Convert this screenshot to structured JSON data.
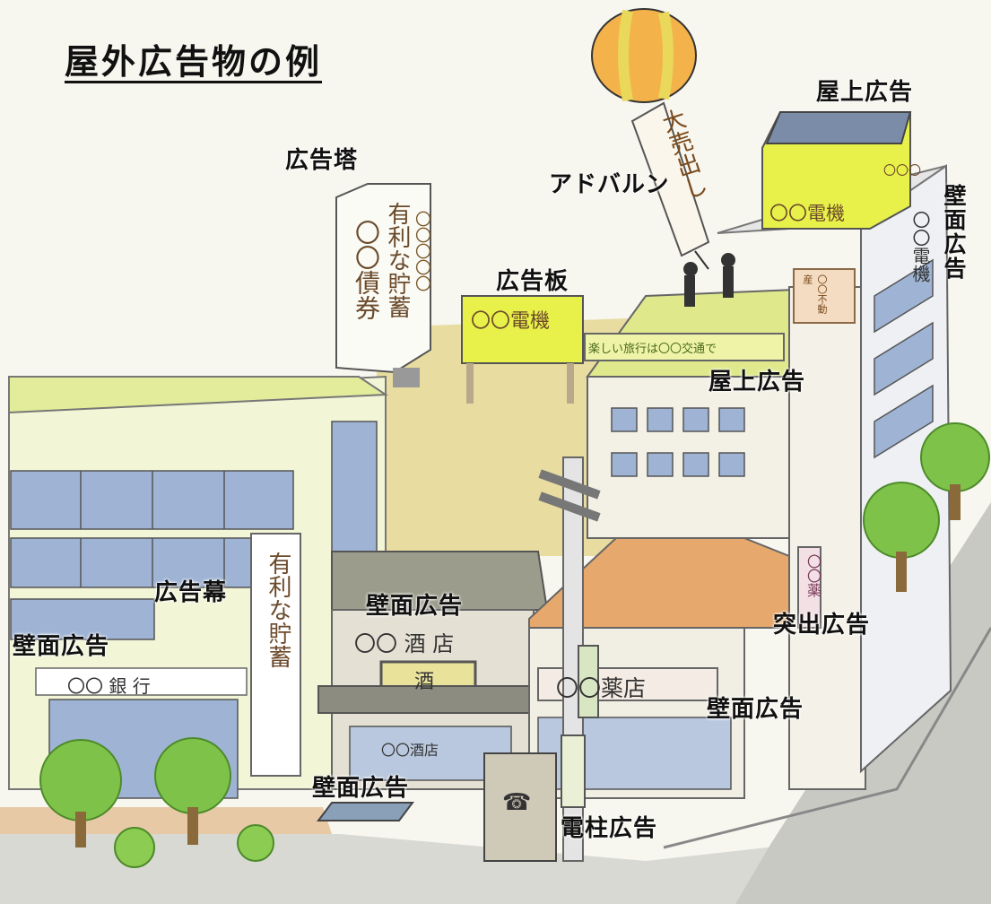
{
  "title": "屋外広告物の例",
  "labels": {
    "rooftop_top": "屋上広告",
    "tower": "広告塔",
    "balloon": "アドバルン",
    "billboard": "広告板",
    "rooftop_mid": "屋上広告",
    "curtain": "広告幕",
    "wall_left": "壁面広告",
    "wall_center": "壁面広告",
    "projecting": "突出広告",
    "wall_pharmacy": "壁面広告",
    "wall_bottom": "壁面広告",
    "pole": "電柱広告",
    "wall_right_vertical": "壁面広告"
  },
  "signs": {
    "tower_text_1": "有利な貯蓄",
    "tower_text_2": "〇〇債券",
    "tower_side": "〇〇〇〇〇",
    "billboard_text": "〇〇電機",
    "rooftop_box_text": "〇〇電機",
    "rooftop_box_side": "〇〇〇",
    "rooftop_banner": "楽しい旅行は〇〇交通で",
    "balloon_banner": "大売出し",
    "bank_name": "〇〇 銀 行",
    "curtain_text": "有利な貯蓄",
    "liquor_store": "〇〇 酒 店",
    "liquor_plate": "酒",
    "liquor_window": "〇〇酒店",
    "pharmacy": "〇〇薬店",
    "tall_building_vertical": "〇〇電機",
    "orange_vertical": "〇〇不動産",
    "projecting_text": "〇〇薬",
    "phone_booth": "☎"
  }
}
